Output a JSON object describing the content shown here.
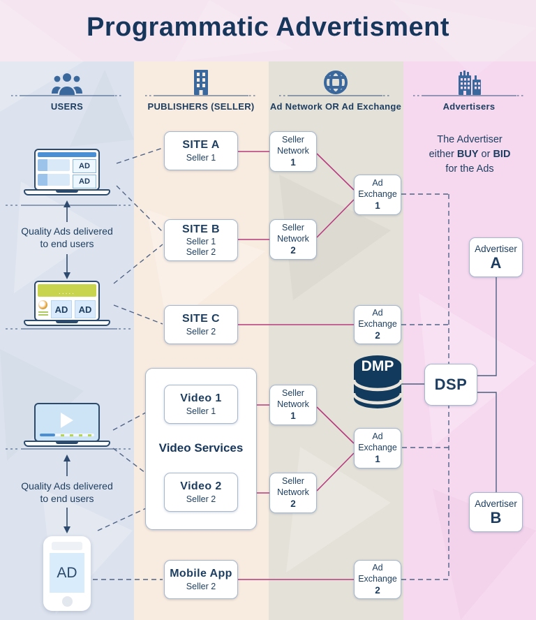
{
  "title": "Programmatic Advertisment",
  "colors": {
    "navy": "#1c3d5f",
    "steel_blue_icon": "#3a689c",
    "pink_line": "#b63a7d",
    "dashed_line": "#4f6386",
    "box_border": "#a6b7cd",
    "col_users_bg": "#dde3ee",
    "col_publishers_bg": "#f8ebdf",
    "col_network_bg": "#e4e1d8",
    "col_advertisers_bg": "#f6d9ef",
    "title_band_bg": "#f5e5f0"
  },
  "columns": {
    "users": {
      "label": "USERS",
      "icon": "users-icon"
    },
    "publishers": {
      "label": "PUBLISHERS (SELLER)",
      "icon": "building-icon"
    },
    "network": {
      "label": "Ad Network OR Ad Exchange",
      "icon": "globe-icon"
    },
    "advertisers": {
      "label": "Advertisers",
      "icon": "buildings-icon"
    }
  },
  "users_col": {
    "laptop1": {
      "ad1": "AD",
      "ad2": "AD"
    },
    "laptop2": {
      "ad1": "AD",
      "ad2": "AD",
      "banner_dots": "....."
    },
    "phone": {
      "ad": "AD"
    },
    "note1": {
      "line1": "Quality Ads delivered",
      "line2": "to end users"
    },
    "note2": {
      "line1": "Quality Ads delivered",
      "line2": "to end users"
    }
  },
  "publishers_col": {
    "siteA": {
      "title": "SITE A",
      "sub1": "Seller 1"
    },
    "siteB": {
      "title": "SITE B",
      "sub1": "Seller 1",
      "sub2": "Seller 2"
    },
    "siteC": {
      "title": "SITE C",
      "sub1": "Seller 2"
    },
    "videoServices": {
      "title": "Video Services"
    },
    "video1": {
      "title": "Video 1",
      "sub1": "Seller 1"
    },
    "video2": {
      "title": "Video 2",
      "sub1": "Seller 2"
    },
    "mobileApp": {
      "title": "Mobile App",
      "sub1": "Seller 2"
    }
  },
  "network_col": {
    "sellerNet1a": {
      "line1": "Seller",
      "line2": "Network",
      "num": "1"
    },
    "sellerNet2a": {
      "line1": "Seller",
      "line2": "Network",
      "num": "2"
    },
    "adExch1a": {
      "line1": "Ad",
      "line2": "Exchange",
      "num": "1"
    },
    "adExch2a": {
      "line1": "Ad",
      "line2": "Exchange",
      "num": "2"
    },
    "sellerNet1b": {
      "line1": "Seller",
      "line2": "Network",
      "num": "1"
    },
    "sellerNet2b": {
      "line1": "Seller",
      "line2": "Network",
      "num": "2"
    },
    "adExch1b": {
      "line1": "Ad",
      "line2": "Exchange",
      "num": "1"
    },
    "adExch2b": {
      "line1": "Ad",
      "line2": "Exchange",
      "num": "2"
    },
    "dmp": {
      "label": "DMP",
      "icon": "database-icon"
    }
  },
  "advertisers_col": {
    "note": {
      "line1": "The Advertiser",
      "line2_pre": "either ",
      "line2_buy": "BUY",
      "line2_mid": " or ",
      "line2_bid": "BID",
      "line3": "for the Ads"
    },
    "advertiserA": {
      "label": "Advertiser",
      "letter": "A"
    },
    "dsp": {
      "label": "DSP"
    },
    "advertiserB": {
      "label": "Advertiser",
      "letter": "B"
    }
  }
}
